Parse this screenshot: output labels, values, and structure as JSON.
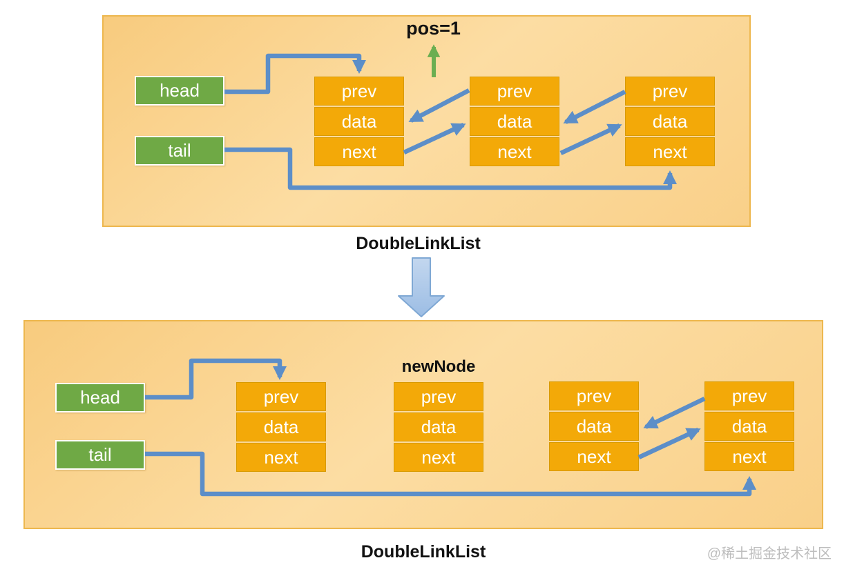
{
  "top_diagram": {
    "pos_label": "pos=1",
    "head_label": "head",
    "tail_label": "tail",
    "caption": "DoubleLinkList",
    "nodes": [
      {
        "cells": [
          "prev",
          "data",
          "next"
        ]
      },
      {
        "cells": [
          "prev",
          "data",
          "next"
        ]
      },
      {
        "cells": [
          "prev",
          "data",
          "next"
        ]
      }
    ]
  },
  "bottom_diagram": {
    "new_node_label": "newNode",
    "head_label": "head",
    "tail_label": "tail",
    "caption": "DoubleLinkList",
    "nodes": [
      {
        "cells": [
          "prev",
          "data",
          "next"
        ]
      },
      {
        "cells": [
          "prev",
          "data",
          "next"
        ]
      },
      {
        "cells": [
          "prev",
          "data",
          "next"
        ]
      },
      {
        "cells": [
          "prev",
          "data",
          "next"
        ]
      }
    ]
  },
  "watermark": "@稀土掘金技术社区",
  "colors": {
    "panel_fill": "#fbd695",
    "panel_border": "#edb74e",
    "node_fill": "#f3a908",
    "node_border": "#d89a00",
    "green_box": "#6fa945",
    "pointer_arrow_blue": "#5c8ec8",
    "pos_arrow_green": "#6bae51",
    "transform_arrow_fill": "#aec9e8",
    "transform_arrow_border": "#7fa8d4"
  }
}
